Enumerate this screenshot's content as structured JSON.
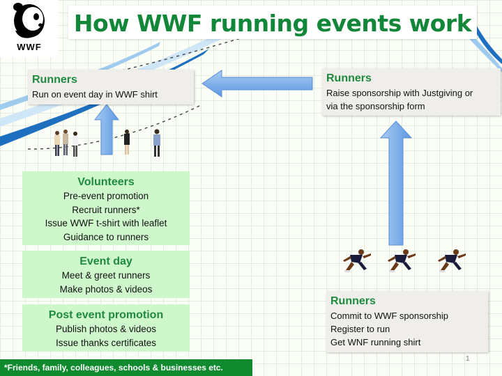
{
  "title": "How WWF running events work",
  "logo": {
    "text": "WWF",
    "icon": "panda-icon"
  },
  "boxes": {
    "runners_event": {
      "heading": "Runners",
      "lines": [
        "Run on event day in WWF shirt"
      ]
    },
    "runners_sponsor": {
      "heading": "Runners",
      "lines": [
        "Raise sponsorship with Justgiving or",
        "via the sponsorship form"
      ]
    },
    "runners_commit": {
      "heading": "Runners",
      "lines": [
        "Commit to WWF sponsorship",
        "Register to run",
        "Get WNF running shirt"
      ]
    },
    "volunteers": {
      "heading": "Volunteers",
      "lines": [
        "Pre-event promotion",
        "Recruit runners*",
        "Issue WWF t-shirt with leaflet",
        "Guidance to runners"
      ]
    },
    "event_day": {
      "heading": "Event day",
      "lines": [
        "Meet & greet runners",
        "Make photos & videos"
      ]
    },
    "post_event": {
      "heading": "Post event promotion",
      "lines": [
        "Publish photos & videos",
        "Issue thanks certificates"
      ]
    }
  },
  "footnote": "*Friends, family, colleagues, schools & businesses etc.",
  "page_number": "1",
  "colors": {
    "title_green": "#12873a",
    "heading_green": "#1f8a3e",
    "green_box": "#cff7cc",
    "gray_box": "#efeeea",
    "arrow_blue": "#7fb2ee",
    "swoosh_blue": "#1e6fc0",
    "footnote_green": "#0f8a2e"
  }
}
